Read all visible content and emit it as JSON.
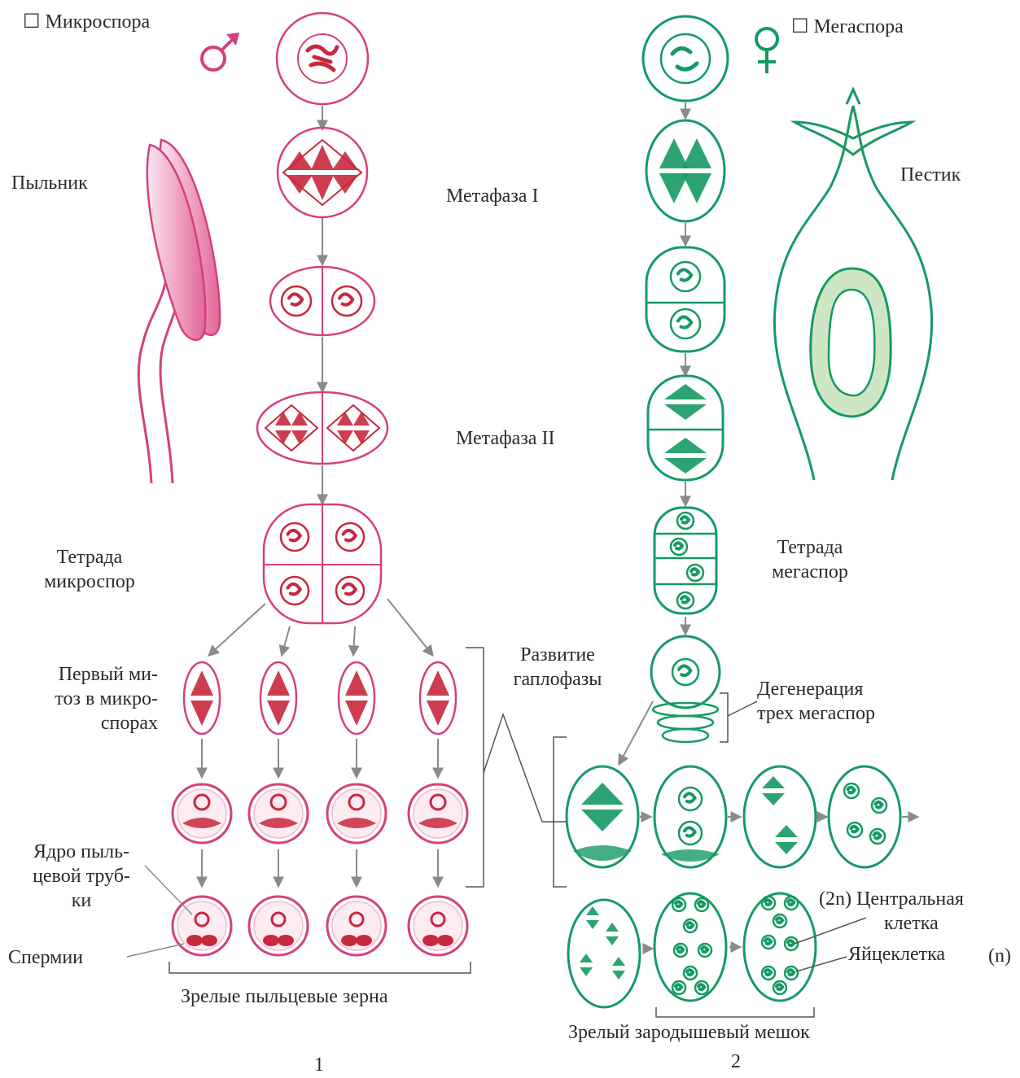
{
  "labels": {
    "microspore": "Микроспора",
    "megaspore": "Мегаспора",
    "anther": "Пыльник",
    "pistil": "Пестик",
    "metaphase1": "Метафаза   I",
    "metaphase2": "Метафаза   II",
    "tetrad_micro": [
      "Тетрада",
      "микроспор"
    ],
    "tetrad_mega": [
      "Тетрада",
      "мегаспор"
    ],
    "first_mitosis": [
      "Первый  ми-",
      "тоз  в микро-",
      "спорах"
    ],
    "haplophase": [
      "Развитие",
      "гаплофазы"
    ],
    "degeneration": [
      "Дегенерация",
      "трех  мегаспор"
    ],
    "tube_nucleus": [
      "Ядро  пыль-",
      "цевой  труб-",
      "ки"
    ],
    "sperms": "Спермии",
    "central_cell": [
      "(2n) Центральная",
      "клетка"
    ],
    "egg_cell": "Яйцеклетка",
    "egg_ploidy": "(n)",
    "mature_pollen": "Зрелые    пыльцевые    зерна",
    "mature_sac": "Зрелый    зародышевый    мешок",
    "num_1": "1",
    "num_2": "2"
  },
  "colors": {
    "male": "#d6407a",
    "male_fill": "#f7c9dc",
    "chromo": "#c8283c",
    "female": "#159a63",
    "female_fill": "#cfe6c4",
    "arrow": "#8a8a8a"
  }
}
